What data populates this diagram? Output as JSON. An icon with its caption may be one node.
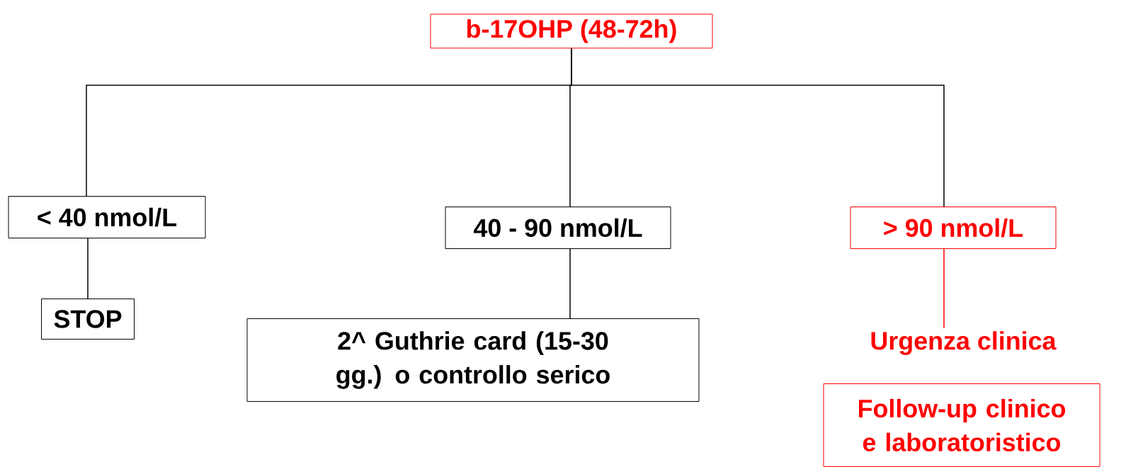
{
  "diagram": {
    "nodes": [
      {
        "text": [
          "b-17OHP (48-72h)"
        ]
      },
      {
        "text": [
          "< 40 nmol/L"
        ]
      },
      {
        "text": [
          "STOP"
        ]
      },
      {
        "text": [
          "40 - 90 nmol/L"
        ]
      },
      {
        "text": [
          "2^ Guthrie card (15-30 gg.) o controllo serico"
        ]
      },
      {
        "text": [
          "> 90  nmol/L"
        ]
      },
      {
        "text": [
          "Urgenza clinica"
        ]
      },
      {
        "text": [
          "Follow-up clinico e laboratoristico"
        ]
      }
    ],
    "edges": [
      {
        "from": 0,
        "to": 1,
        "arrow": "none"
      },
      {
        "from": 0,
        "to": 3,
        "arrow": "none"
      },
      {
        "from": 0,
        "to": 5,
        "arrow": "none"
      },
      {
        "from": 1,
        "to": 2,
        "arrow": "none"
      },
      {
        "from": 3,
        "to": 4,
        "arrow": "none"
      },
      {
        "from": 5,
        "to": 6,
        "arrow": "none",
        "color": "#ff0000"
      }
    ]
  }
}
